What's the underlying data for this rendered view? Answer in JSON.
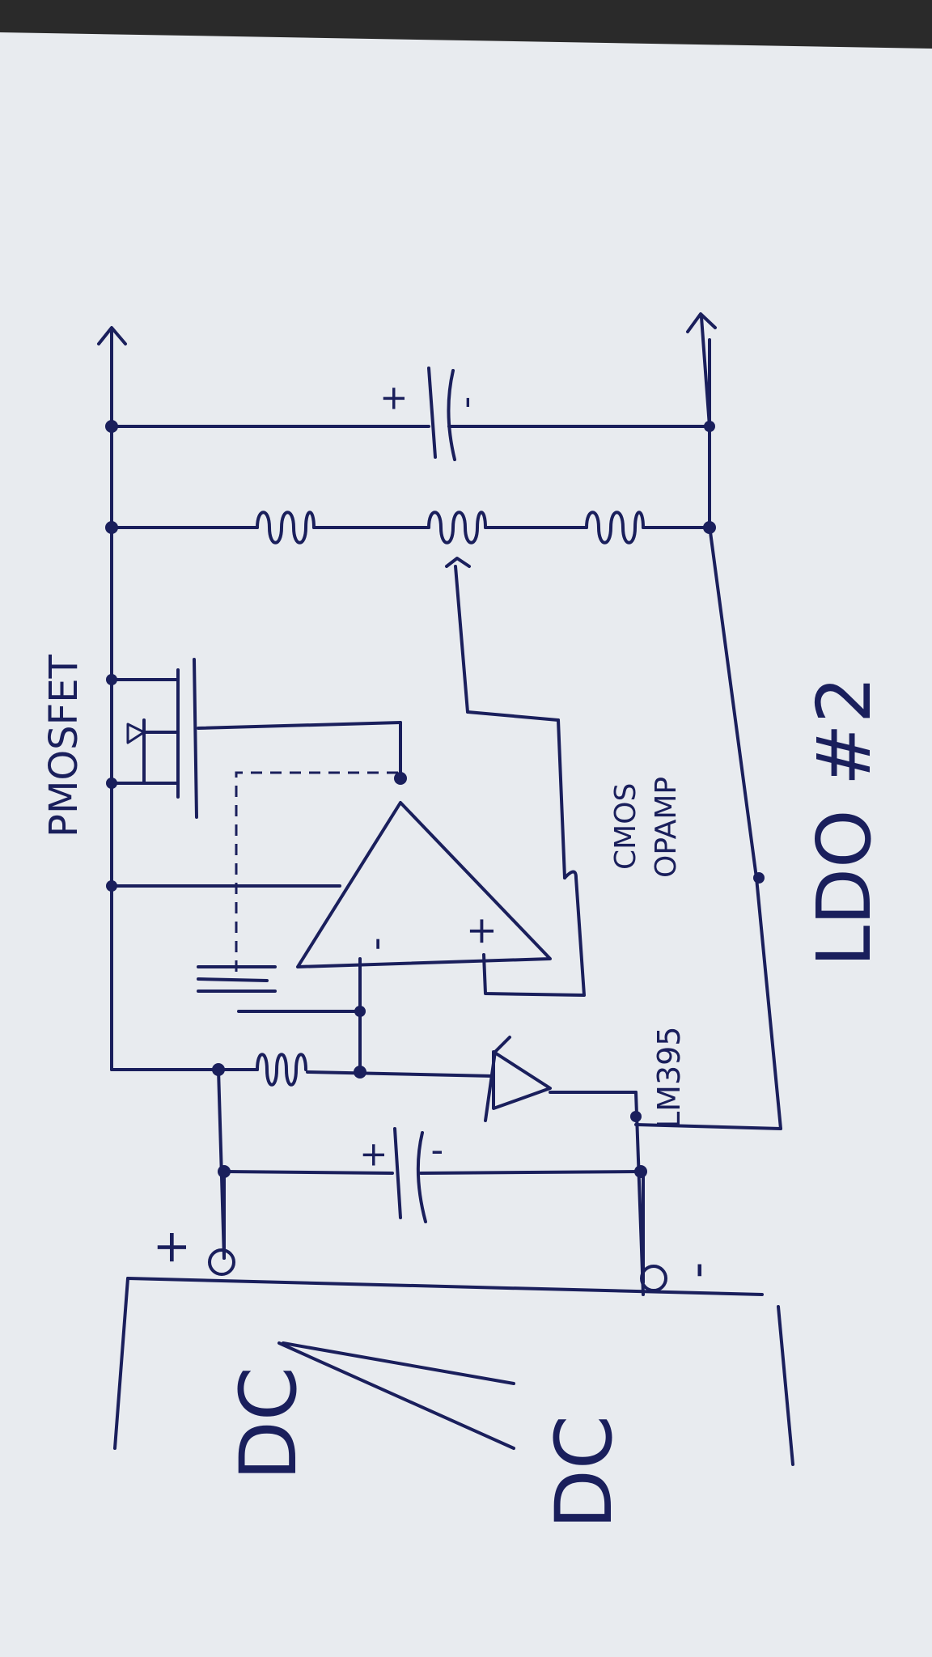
{
  "labels": {
    "pmosfet": "PMOSFET",
    "opamp_line1": "CMOS",
    "opamp_line2": "OPAMP",
    "ref_chip": "LM395",
    "title": "LDO #2",
    "input_side": "DC",
    "output_side": "DC",
    "plus_term": "+",
    "minus_term": "-",
    "opamp_minus": "-",
    "opamp_plus": "+",
    "cap_in_plus": "+",
    "cap_in_minus": "'",
    "cap_out_plus": "+",
    "cap_out_minus": "-"
  },
  "colors": {
    "ink": "#1a1f5c",
    "paper": "#e8ebef",
    "background": "#2a2a2a"
  }
}
